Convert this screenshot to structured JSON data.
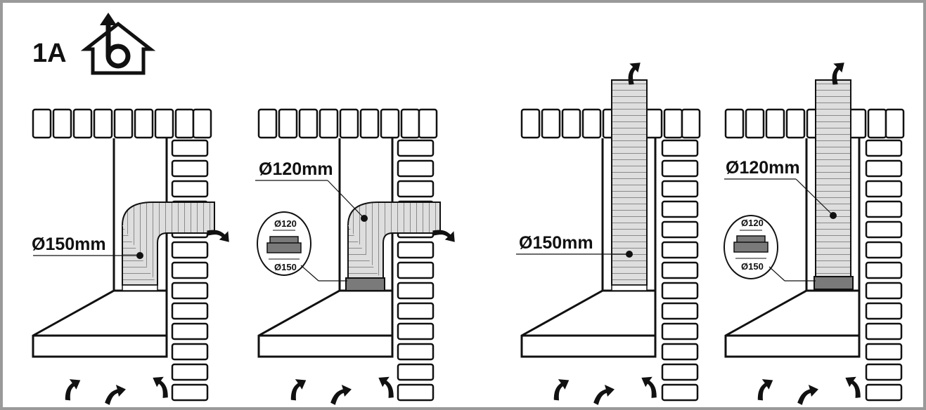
{
  "header": {
    "figure_id": "1A",
    "icon": "house-with-upward-arrow-icon"
  },
  "panels": [
    {
      "diameter_label": "Ø150mm",
      "adapter": null
    },
    {
      "diameter_label": "Ø120mm",
      "adapter": {
        "top_label": "Ø120",
        "bottom_label": "Ø150"
      }
    },
    {
      "diameter_label": "Ø150mm",
      "adapter": null
    },
    {
      "diameter_label": "Ø120mm",
      "adapter": {
        "top_label": "Ø120",
        "bottom_label": "Ø150"
      }
    }
  ],
  "colors": {
    "frame": "#9a9a9a",
    "duct_fill": "#dcdcdc",
    "adapter_fill": "#7a7a7a",
    "stroke": "#111111"
  }
}
